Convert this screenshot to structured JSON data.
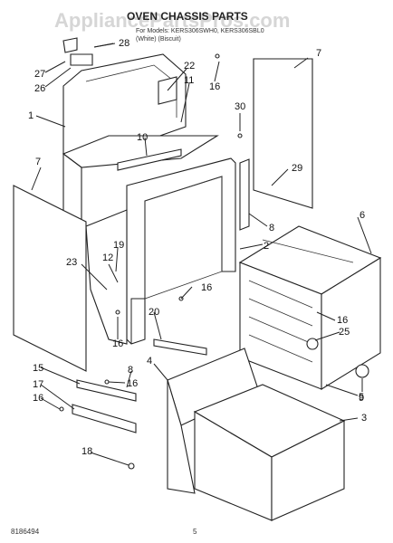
{
  "watermark": "AppliancePartsPros.com",
  "title": "OVEN CHASSIS PARTS",
  "subtitle_lines": [
    "For Models: KERS306SWH0, KERS306SBL0",
    "(White)                          (Biscuit)"
  ],
  "footer_left": "8186494",
  "footer_page": "5",
  "callouts": {
    "c28": "28",
    "c27": "27",
    "c26": "26",
    "c22": "22",
    "c11": "11",
    "c1": "1",
    "c16a": "16",
    "c7a": "7",
    "c30": "30",
    "c10": "10",
    "c29": "29",
    "c7b": "7",
    "c8a": "8",
    "c2": "2",
    "c6": "6",
    "c19": "19",
    "c12": "12",
    "c23": "23",
    "c16b": "16",
    "c20": "20",
    "c16c": "16",
    "c16d": "16",
    "c25": "25",
    "c9": "9",
    "c4": "4",
    "c5": "5",
    "c15": "15",
    "c8b": "8",
    "c16e": "16",
    "c17": "17",
    "c16f": "16",
    "c3": "3",
    "c18": "18"
  }
}
